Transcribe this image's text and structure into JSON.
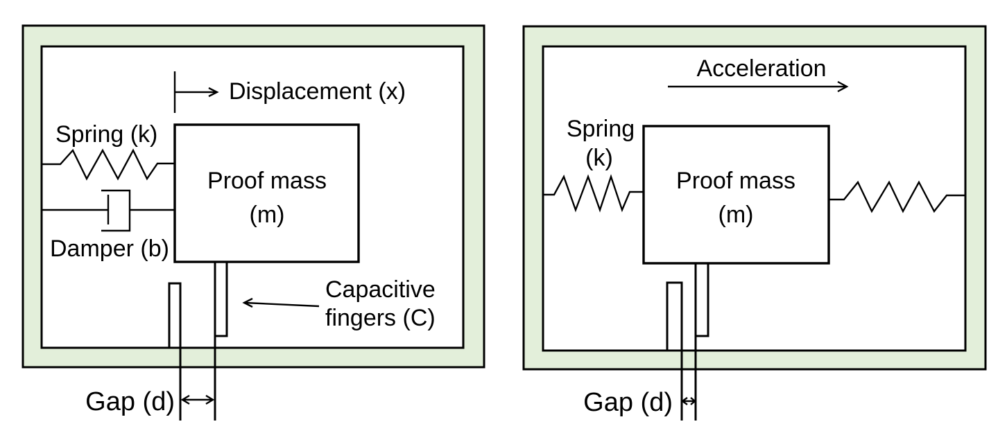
{
  "figure": {
    "description": "MEMS capacitive accelerometer schematic, two states: at rest (left) and under acceleration (right)"
  },
  "colors": {
    "frame_fill": "#E3EFDA",
    "chamber_fill": "#FFFFFF",
    "line": "#000000",
    "text": "#000000"
  },
  "left_panel": {
    "labels": {
      "displacement": "Displacement (x)",
      "spring": "Spring (k)",
      "damper": "Damper (b)",
      "proof_mass_line1": "Proof mass",
      "proof_mass_line2": "(m)",
      "capacitive_line1": "Capacitive",
      "capacitive_line2": "fingers (C)",
      "gap": "Gap (d)"
    }
  },
  "right_panel": {
    "labels": {
      "acceleration": "Acceleration",
      "spring_line1": "Spring",
      "spring_line2": "(k)",
      "proof_mass_line1": "Proof mass",
      "proof_mass_line2": "(m)",
      "gap": "Gap (d)"
    }
  }
}
